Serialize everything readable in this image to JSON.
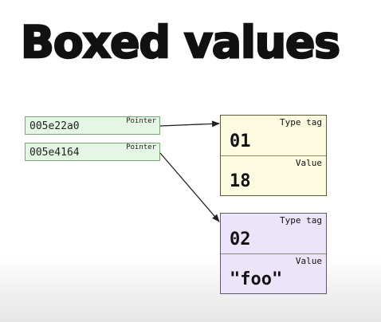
{
  "title": "Boxed values",
  "pointers": [
    {
      "value": "005e22a0",
      "tag": "Pointer"
    },
    {
      "value": "005e4164",
      "tag": "Pointer"
    }
  ],
  "boxes": [
    {
      "type_tag_label": "Type tag",
      "type_tag": "01",
      "value_label": "Value",
      "value": "18",
      "fill": "#fdfbdf",
      "border": "#5a5a3a"
    },
    {
      "type_tag_label": "Type tag",
      "type_tag": "02",
      "value_label": "Value",
      "value": "\"foo\"",
      "fill": "#ece4fb",
      "border": "#5a5a6a"
    }
  ],
  "colors": {
    "pointer_fill": "#e4f6e4",
    "arrow": "#222222"
  }
}
